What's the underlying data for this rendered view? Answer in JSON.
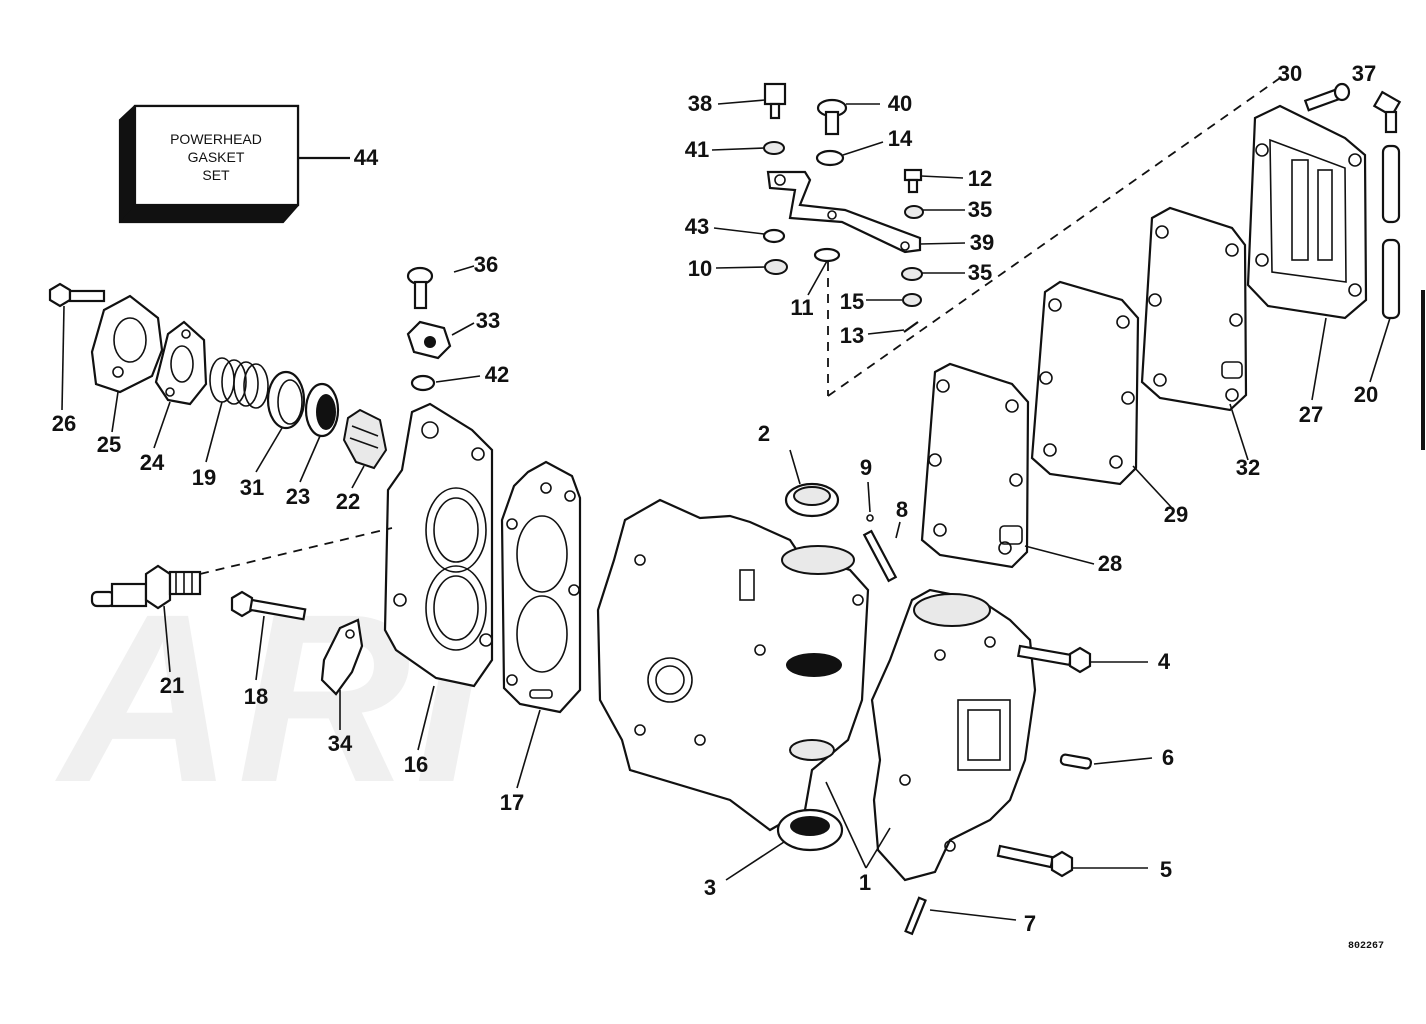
{
  "gasket_set": {
    "line1": "POWERHEAD",
    "line2": "GASKET",
    "line3": "SET"
  },
  "reference_code": "802267",
  "watermark": "ARI",
  "callouts": [
    {
      "id": "44",
      "label": "44"
    },
    {
      "id": "38",
      "label": "38"
    },
    {
      "id": "40",
      "label": "40"
    },
    {
      "id": "41",
      "label": "41"
    },
    {
      "id": "14",
      "label": "14"
    },
    {
      "id": "12",
      "label": "12"
    },
    {
      "id": "35a",
      "label": "35"
    },
    {
      "id": "43",
      "label": "43"
    },
    {
      "id": "39",
      "label": "39"
    },
    {
      "id": "10",
      "label": "10"
    },
    {
      "id": "35b",
      "label": "35"
    },
    {
      "id": "11",
      "label": "11"
    },
    {
      "id": "15",
      "label": "15"
    },
    {
      "id": "13",
      "label": "13"
    },
    {
      "id": "30",
      "label": "30"
    },
    {
      "id": "37",
      "label": "37"
    },
    {
      "id": "27",
      "label": "27"
    },
    {
      "id": "20",
      "label": "20"
    },
    {
      "id": "32",
      "label": "32"
    },
    {
      "id": "29",
      "label": "29"
    },
    {
      "id": "28",
      "label": "28"
    },
    {
      "id": "36",
      "label": "36"
    },
    {
      "id": "33",
      "label": "33"
    },
    {
      "id": "42",
      "label": "42"
    },
    {
      "id": "26",
      "label": "26"
    },
    {
      "id": "25",
      "label": "25"
    },
    {
      "id": "24",
      "label": "24"
    },
    {
      "id": "19",
      "label": "19"
    },
    {
      "id": "31",
      "label": "31"
    },
    {
      "id": "23",
      "label": "23"
    },
    {
      "id": "22",
      "label": "22"
    },
    {
      "id": "2",
      "label": "2"
    },
    {
      "id": "9",
      "label": "9"
    },
    {
      "id": "8",
      "label": "8"
    },
    {
      "id": "21",
      "label": "21"
    },
    {
      "id": "18",
      "label": "18"
    },
    {
      "id": "34",
      "label": "34"
    },
    {
      "id": "16",
      "label": "16"
    },
    {
      "id": "17",
      "label": "17"
    },
    {
      "id": "4",
      "label": "4"
    },
    {
      "id": "6",
      "label": "6"
    },
    {
      "id": "3",
      "label": "3"
    },
    {
      "id": "1",
      "label": "1"
    },
    {
      "id": "5",
      "label": "5"
    },
    {
      "id": "7",
      "label": "7"
    }
  ]
}
